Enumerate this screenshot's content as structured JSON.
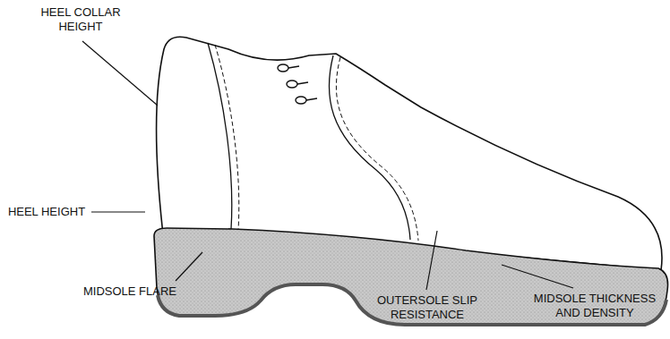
{
  "diagram": {
    "labels": [
      "HEEL COLLAR HEIGHT",
      "HEEL HEIGHT",
      "MIDSOLE FLARE",
      "OUTERSOLE SLIP RESISTANCE",
      "MIDSOLE THICKNESS AND DENSITY"
    ]
  }
}
